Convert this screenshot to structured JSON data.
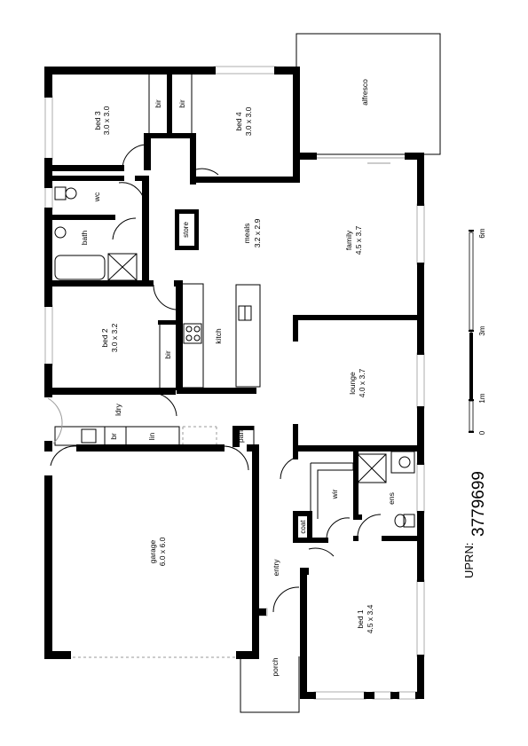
{
  "rooms": {
    "bed3": {
      "name": "bed 3",
      "size": "3.0 x 3.0"
    },
    "bed4": {
      "name": "bed 4",
      "size": "3.0 x 3.0"
    },
    "alfresco": {
      "name": "alfresco"
    },
    "meals": {
      "name": "meals",
      "size": "3.2 x 2.9"
    },
    "family": {
      "name": "family",
      "size": "4.5 x 3.7"
    },
    "bed2": {
      "name": "bed 2",
      "size": "3.0 x 3.2"
    },
    "lounge": {
      "name": "lounge",
      "size": "4.0 x 3.7"
    },
    "garage": {
      "name": "garage",
      "size": "6.0 x 6.0"
    },
    "bed1": {
      "name": "bed 1",
      "size": "4.5 x 3.4"
    },
    "bir_a": "bir",
    "bir_b": "bir",
    "bir_c": "bir",
    "wc": "wc",
    "bath": "bath",
    "store": "store",
    "kitch": "kitch",
    "ldry": "ldry",
    "br": "br",
    "lin": "lin",
    "pan": "pan",
    "wir": "wir",
    "ens": "ens",
    "coat": "coat",
    "entry": "entry",
    "porch": "porch"
  },
  "uprn": {
    "label": "UPRN:",
    "number": "3779699"
  },
  "scale": {
    "ticks": [
      "0",
      "1m",
      "3m",
      "6m"
    ]
  }
}
